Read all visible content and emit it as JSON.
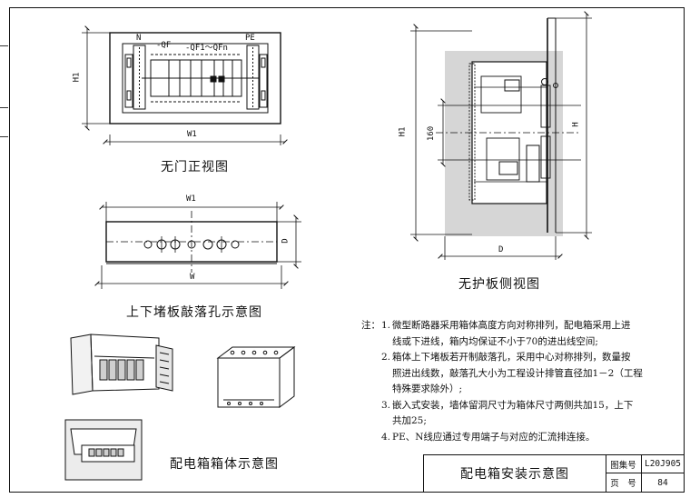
{
  "front_view": {
    "caption": "无门正视图",
    "labels": {
      "n": "N",
      "qf": "-QF",
      "qf_range": "-QF1～QFn",
      "pe": "PE",
      "h1": "H1",
      "w1": "W1"
    }
  },
  "knockout_view": {
    "caption": "上下堵板敲落孔示意图",
    "labels": {
      "w1": "W1",
      "w": "W",
      "d": "D"
    }
  },
  "side_view": {
    "caption": "无护板侧视图",
    "labels": {
      "h1": "H1",
      "dim160": "160",
      "h": "H",
      "d": "D"
    }
  },
  "box_view": {
    "caption": "配电箱箱体示意图"
  },
  "notes": {
    "prefix": "注：",
    "items": [
      {
        "num": "1.",
        "text": "微型断路器采用箱体高度方向对称排列，配电箱采用上进",
        "cont": "线或下进线，箱内均保证不小于70的进出线空间;"
      },
      {
        "num": "2.",
        "text": "箱体上下堵板若开制敲落孔，采用中心对称排列，数量按",
        "cont": "照进出线数，敲落孔大小为工程设计排管直径加1－2（工程",
        "cont2": "特殊要求除外）;"
      },
      {
        "num": "3.",
        "text": "嵌入式安装，墙体留洞尺寸为箱体尺寸两侧共加15，上下",
        "cont": "共加25;"
      },
      {
        "num": "4.",
        "text": "PE、N线应通过专用端子与对应的汇流排连接。"
      }
    ]
  },
  "title_block": {
    "title": "配电箱安装示意图",
    "atlas_label": "图集号",
    "atlas_value": "L20J905",
    "page_label": "页　号",
    "page_value": "84"
  }
}
